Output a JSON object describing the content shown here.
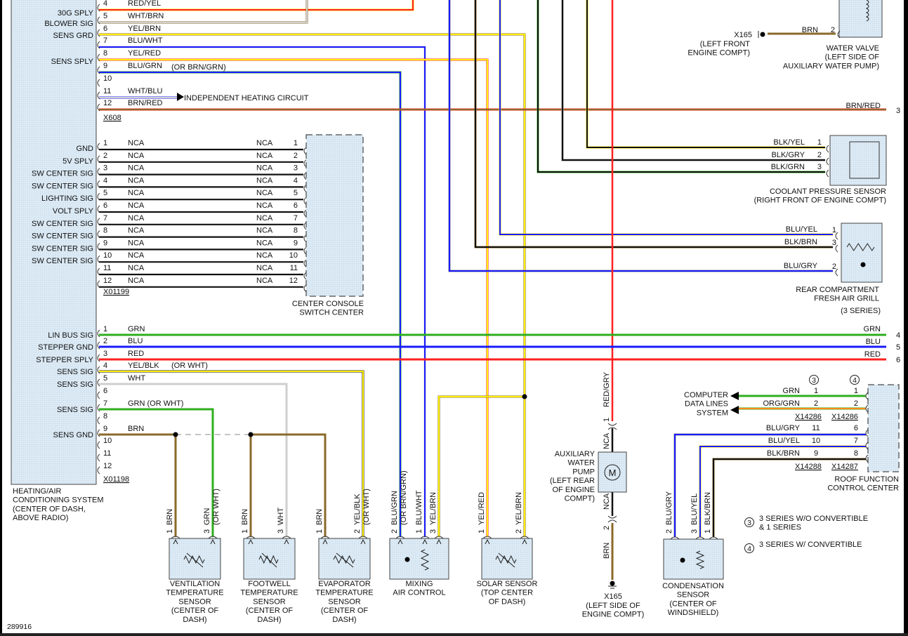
{
  "diagram_id": "289916",
  "colors": {
    "RED": "#ff2020",
    "YEL": "#ffee00",
    "BLU": "#1a1aff",
    "GRN": "#2fae1f",
    "BRN": "#8a6a2a",
    "WHT": "#cfcfcf",
    "BLK": "#111111",
    "GRY": "#8a8a8a",
    "ORG": "#ff8a1a",
    "component_fill": "#dbeaf5"
  },
  "hvac_module": {
    "title_lines": [
      "HEATING/AIR",
      "CONDITIONING SYSTEM",
      "(CENTER OF DASH,",
      "ABOVE RADIO)"
    ],
    "x608": {
      "connector": "X608",
      "pins": [
        {
          "pin": "4",
          "signal": "30G SPLY",
          "wire": "RED/YEL",
          "note": ""
        },
        {
          "pin": "5",
          "signal": "BLOWER SIG",
          "wire": "WHT/BRN",
          "note": ""
        },
        {
          "pin": "6",
          "signal": "SENS GRD",
          "wire": "YEL/BRN",
          "note": ""
        },
        {
          "pin": "7",
          "signal": "",
          "wire": "BLU/WHT",
          "note": ""
        },
        {
          "pin": "8",
          "signal": "SENS SPLY",
          "wire": "YEL/RED",
          "note": ""
        },
        {
          "pin": "9",
          "signal": "",
          "wire": "BLU/GRN",
          "note": "(OR BRN/GRN)"
        },
        {
          "pin": "10",
          "signal": "",
          "wire": "",
          "note": ""
        },
        {
          "pin": "11",
          "signal": "",
          "wire": "WHT/BLU",
          "note": ""
        },
        {
          "pin": "12",
          "signal": "",
          "wire": "BRN/RED",
          "note": ""
        }
      ],
      "independent_heating": "INDEPENDENT HEATING CIRCUIT"
    },
    "x01199": {
      "connector": "X01199",
      "pins": [
        {
          "pin": "1",
          "signal": "GND",
          "wire": "NCA"
        },
        {
          "pin": "2",
          "signal": "5V SPLY",
          "wire": "NCA"
        },
        {
          "pin": "3",
          "signal": "SW CENTER SIG",
          "wire": "NCA"
        },
        {
          "pin": "4",
          "signal": "SW CENTER SIG",
          "wire": "NCA"
        },
        {
          "pin": "5",
          "signal": "LIGHTING SIG",
          "wire": "NCA"
        },
        {
          "pin": "6",
          "signal": "VOLT SPLY",
          "wire": "NCA"
        },
        {
          "pin": "7",
          "signal": "SW CENTER SIG",
          "wire": "NCA"
        },
        {
          "pin": "8",
          "signal": "SW CENTER SIG",
          "wire": "NCA"
        },
        {
          "pin": "9",
          "signal": "SW CENTER SIG",
          "wire": "NCA"
        },
        {
          "pin": "10",
          "signal": "SW CENTER SIG",
          "wire": "NCA"
        },
        {
          "pin": "11",
          "signal": "",
          "wire": "NCA"
        },
        {
          "pin": "12",
          "signal": "",
          "wire": "NCA"
        }
      ]
    },
    "x01198": {
      "connector": "X01198",
      "pins": [
        {
          "pin": "1",
          "signal": "LIN BUS SIG",
          "wire": "GRN",
          "note": ""
        },
        {
          "pin": "2",
          "signal": "STEPPER GND",
          "wire": "BLU",
          "note": ""
        },
        {
          "pin": "3",
          "signal": "STEPPER SPLY",
          "wire": "RED",
          "note": ""
        },
        {
          "pin": "4",
          "signal": "SENS SIG",
          "wire": "YEL/BLK",
          "note": "(OR WHT)"
        },
        {
          "pin": "5",
          "signal": "SENS SIG",
          "wire": "WHT",
          "note": ""
        },
        {
          "pin": "6",
          "signal": "",
          "wire": "",
          "note": ""
        },
        {
          "pin": "7",
          "signal": "SENS SIG",
          "wire": "GRN (OR WHT)",
          "note": ""
        },
        {
          "pin": "8",
          "signal": "",
          "wire": "",
          "note": ""
        },
        {
          "pin": "9",
          "signal": "SENS GND",
          "wire": "BRN",
          "note": ""
        },
        {
          "pin": "10",
          "signal": "",
          "wire": "",
          "note": ""
        },
        {
          "pin": "11",
          "signal": "",
          "wire": "",
          "note": ""
        },
        {
          "pin": "12",
          "signal": "",
          "wire": "",
          "note": ""
        }
      ]
    }
  },
  "center_console": {
    "title_lines": [
      "CENTER CONSOLE",
      "SWITCH CENTER"
    ],
    "pins": [
      "1",
      "2",
      "3",
      "4",
      "5",
      "6",
      "7",
      "8",
      "9",
      "10",
      "11",
      "12"
    ],
    "wire": "NCA"
  },
  "water_valve": {
    "title_lines": [
      "WATER VALVE",
      "(LEFT SIDE OF",
      "AUXILIARY WATER PUMP)"
    ],
    "pin": "2",
    "wire": "BRN",
    "ground": "X165",
    "ground_loc_lines": [
      "(LEFT FRONT",
      "ENGINE COMPT)"
    ]
  },
  "brn_red_out": {
    "wire": "BRN/RED",
    "pin": "3"
  },
  "coolant_sensor": {
    "title_lines": [
      "COOLANT PRESSURE SENSOR",
      "(RIGHT FRONT OF ENGINE COMPT)"
    ],
    "pins": [
      {
        "pin": "1",
        "wire": "BLK/YEL"
      },
      {
        "pin": "2",
        "wire": "BLK/GRY"
      },
      {
        "pin": "3",
        "wire": "BLK/GRN"
      }
    ]
  },
  "fresh_air_grill": {
    "title_lines": [
      "REAR COMPARTMENT",
      "FRESH AIR GRILL",
      "(3 SERIES)"
    ],
    "pins": [
      {
        "pin": "1",
        "wire": "BLU/YEL"
      },
      {
        "pin": "3",
        "wire": "BLK/BRN"
      },
      {
        "pin": "2",
        "wire": "BLU/GRY"
      }
    ]
  },
  "lin_out": [
    {
      "wire": "GRN",
      "pin": "4"
    },
    {
      "wire": "BLU",
      "pin": "5"
    },
    {
      "wire": "RED",
      "pin": "6"
    }
  ],
  "aux_pump": {
    "title_lines": [
      "AUXILIARY",
      "WATER",
      "PUMP",
      "(LEFT REAR",
      "OF ENGINE",
      "COMPT)"
    ],
    "motor": "M",
    "top_wire": "RED/GRY",
    "top_pin": "1",
    "top_nca": "NCA",
    "bottom_nca": "NCA",
    "bottom_pin": "2",
    "bottom_wire": "BRN",
    "ground": "X165",
    "ground_loc_lines": [
      "(LEFT SIDE OF",
      "ENGINE COMPT)"
    ]
  },
  "roof_control": {
    "title_lines": [
      "ROOF FUNCTION",
      "CONTROL CENTER"
    ],
    "note3": "3",
    "note4": "4",
    "data_lines_lines": [
      "COMPUTER",
      "DATA LINES",
      "SYSTEM"
    ],
    "rows": [
      {
        "wire": "GRN",
        "p3": "1",
        "p4": "1"
      },
      {
        "wire": "ORG/GRN",
        "p3": "2",
        "p4": "2"
      },
      {
        "wire": "BLU/GRY",
        "p3": "11",
        "p4": "6"
      },
      {
        "wire": "BLU/YEL",
        "p3": "10",
        "p4": "7"
      },
      {
        "wire": "BLK/BRN",
        "p3": "9",
        "p4": "8"
      }
    ],
    "conn_top3": "X14286",
    "conn_top4": "X14286",
    "conn_bot3": "X14288",
    "conn_bot4": "X14287"
  },
  "legend": [
    {
      "mark": "3",
      "lines": [
        "3 SERIES W/O CONVERTIBLE",
        "& 1 SERIES"
      ]
    },
    {
      "mark": "4",
      "lines": [
        "3 SERIES W/ CONVERTIBLE"
      ]
    }
  ],
  "sensors": {
    "ventilation": {
      "title_lines": [
        "VENTILATION",
        "TEMPERATURE",
        "SENSOR",
        "(CENTER OF",
        "DASH)"
      ],
      "pins": [
        {
          "pin": "1",
          "wire": "BRN"
        },
        {
          "pin": "3",
          "wire": "GRN",
          "wire2": "(OR WHT)"
        }
      ]
    },
    "footwell": {
      "title_lines": [
        "FOOTWELL",
        "TEMPERATURE",
        "SENSOR",
        "(CENTER OF",
        "DASH)"
      ],
      "pins": [
        {
          "pin": "1",
          "wire": "BRN"
        },
        {
          "pin": "3",
          "wire": "WHT"
        }
      ]
    },
    "evaporator": {
      "title_lines": [
        "EVAPORATOR",
        "TEMPERATURE",
        "SENSOR",
        "(CENTER OF",
        "DASH)"
      ],
      "pins": [
        {
          "pin": "1",
          "wire": "BRN"
        },
        {
          "pin": "2",
          "wire": "YEL/BLK",
          "wire2": "(OR WHT)"
        }
      ]
    },
    "mixing": {
      "title_lines": [
        "MIXING",
        "AIR CONTROL"
      ],
      "pins": [
        {
          "pin": "2",
          "wire": "BLU/GRN",
          "wire2": "(OR BRN/GRN)"
        },
        {
          "pin": "1",
          "wire": "BLU/WHT"
        },
        {
          "pin": "3",
          "wire": "YEL/BRN"
        }
      ]
    },
    "solar": {
      "title_lines": [
        "SOLAR SENSOR",
        "(TOP CENTER",
        "OF DASH)"
      ],
      "pins": [
        {
          "pin": "1",
          "wire": "YEL/RED"
        },
        {
          "pin": "2",
          "wire": "YEL/BRN"
        }
      ]
    },
    "condensation": {
      "title_lines": [
        "CONDENSATION",
        "SENSOR",
        "(CENTER OF",
        "WINDSHIELD)"
      ],
      "pins": [
        {
          "pin": "2",
          "wire": "BLU/GRY"
        },
        {
          "pin": "3",
          "wire": "BLU/YEL"
        },
        {
          "pin": "1",
          "wire": "BLK/BRN"
        }
      ]
    }
  }
}
